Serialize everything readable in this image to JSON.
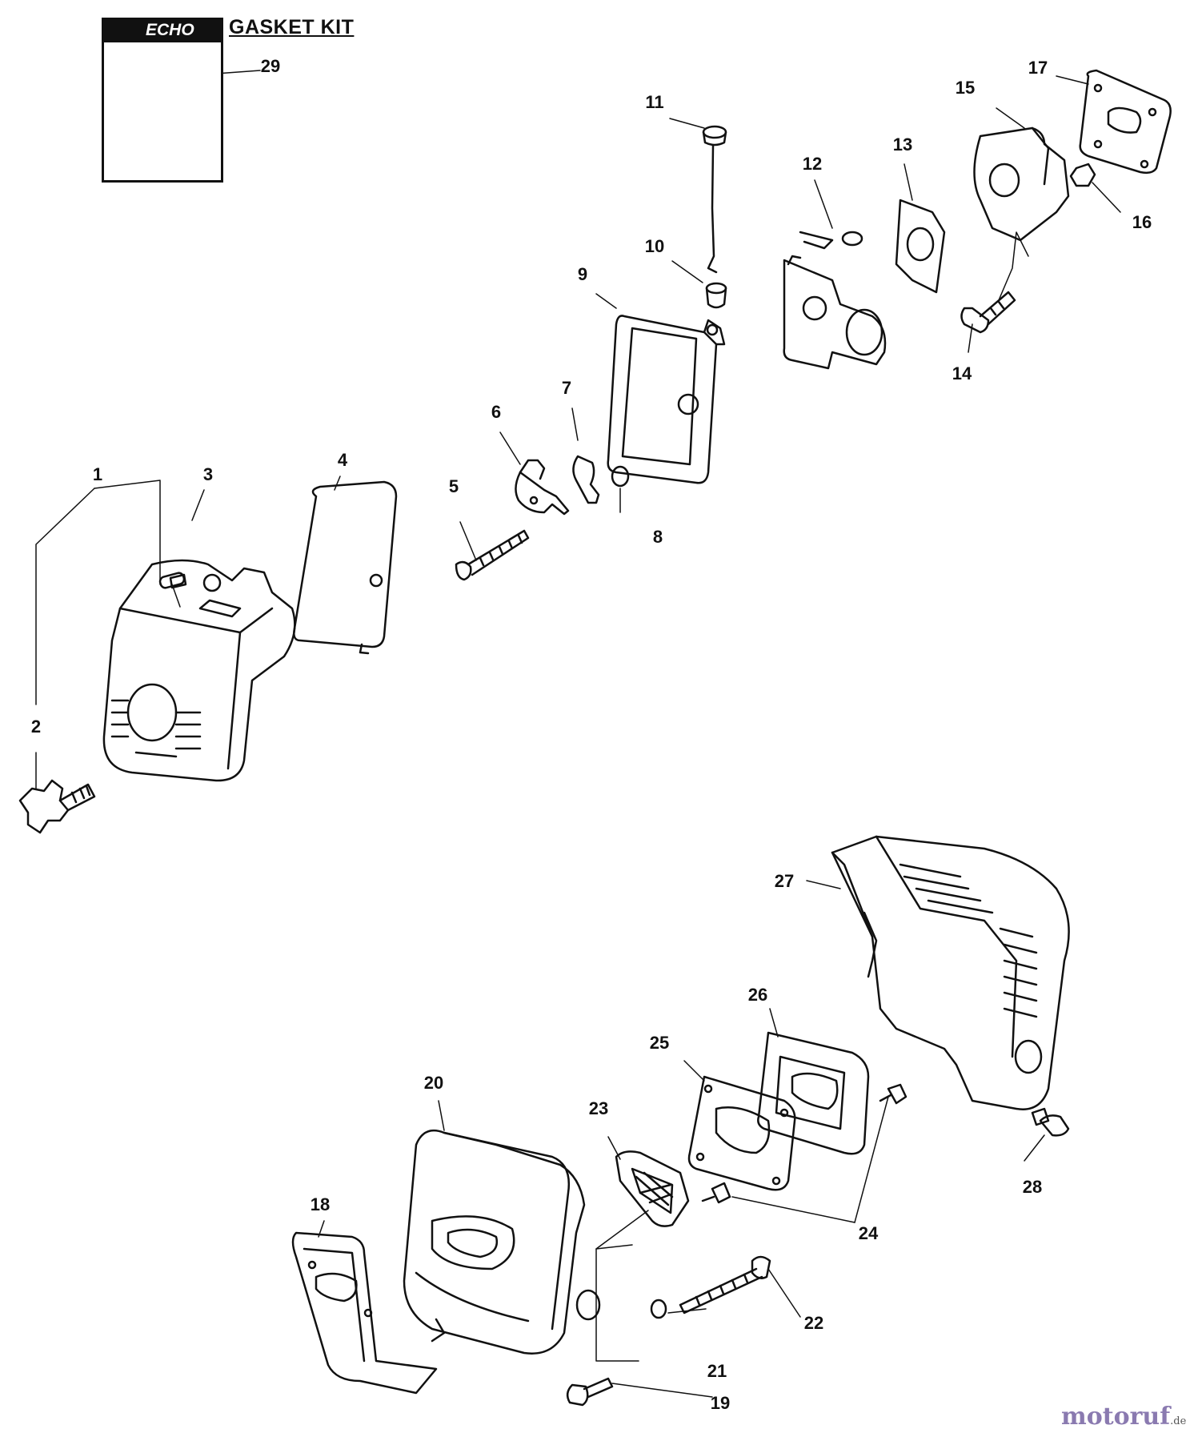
{
  "header": {
    "brand_logo_text": "ECHO",
    "title": "GASKET KIT"
  },
  "callouts": [
    "1",
    "2",
    "3",
    "4",
    "5",
    "6",
    "7",
    "8",
    "9",
    "10",
    "11",
    "12",
    "13",
    "14",
    "15",
    "16",
    "17",
    "18",
    "19",
    "20",
    "21",
    "22",
    "23",
    "24",
    "25",
    "26",
    "27",
    "28",
    "29"
  ],
  "watermark": {
    "text": "motoruf",
    "suffix": ".de"
  }
}
